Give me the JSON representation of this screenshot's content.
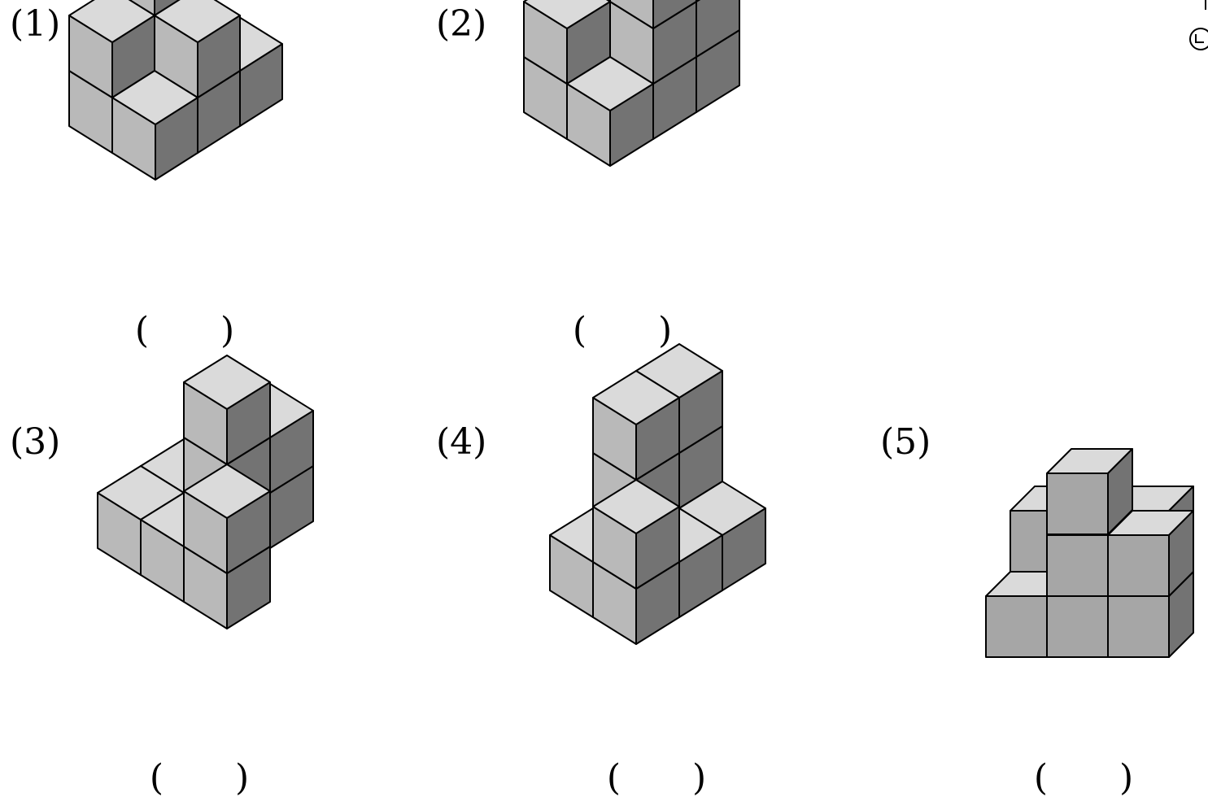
{
  "figures": [
    {
      "label": "(1)",
      "answer_blank": "(  )"
    },
    {
      "label": "(2)",
      "answer_blank": "(  )"
    },
    {
      "label": "(3)",
      "answer_blank": "(  )"
    },
    {
      "label": "(4)",
      "answer_blank": "(  )"
    },
    {
      "label": "(5)",
      "answer_blank": "(  )"
    }
  ],
  "colors": {
    "top_face": "#dadada",
    "left_face": "#b9b9b9",
    "right_face": "#737373",
    "front_face": "#a6a6a6",
    "edge": "#000000"
  }
}
